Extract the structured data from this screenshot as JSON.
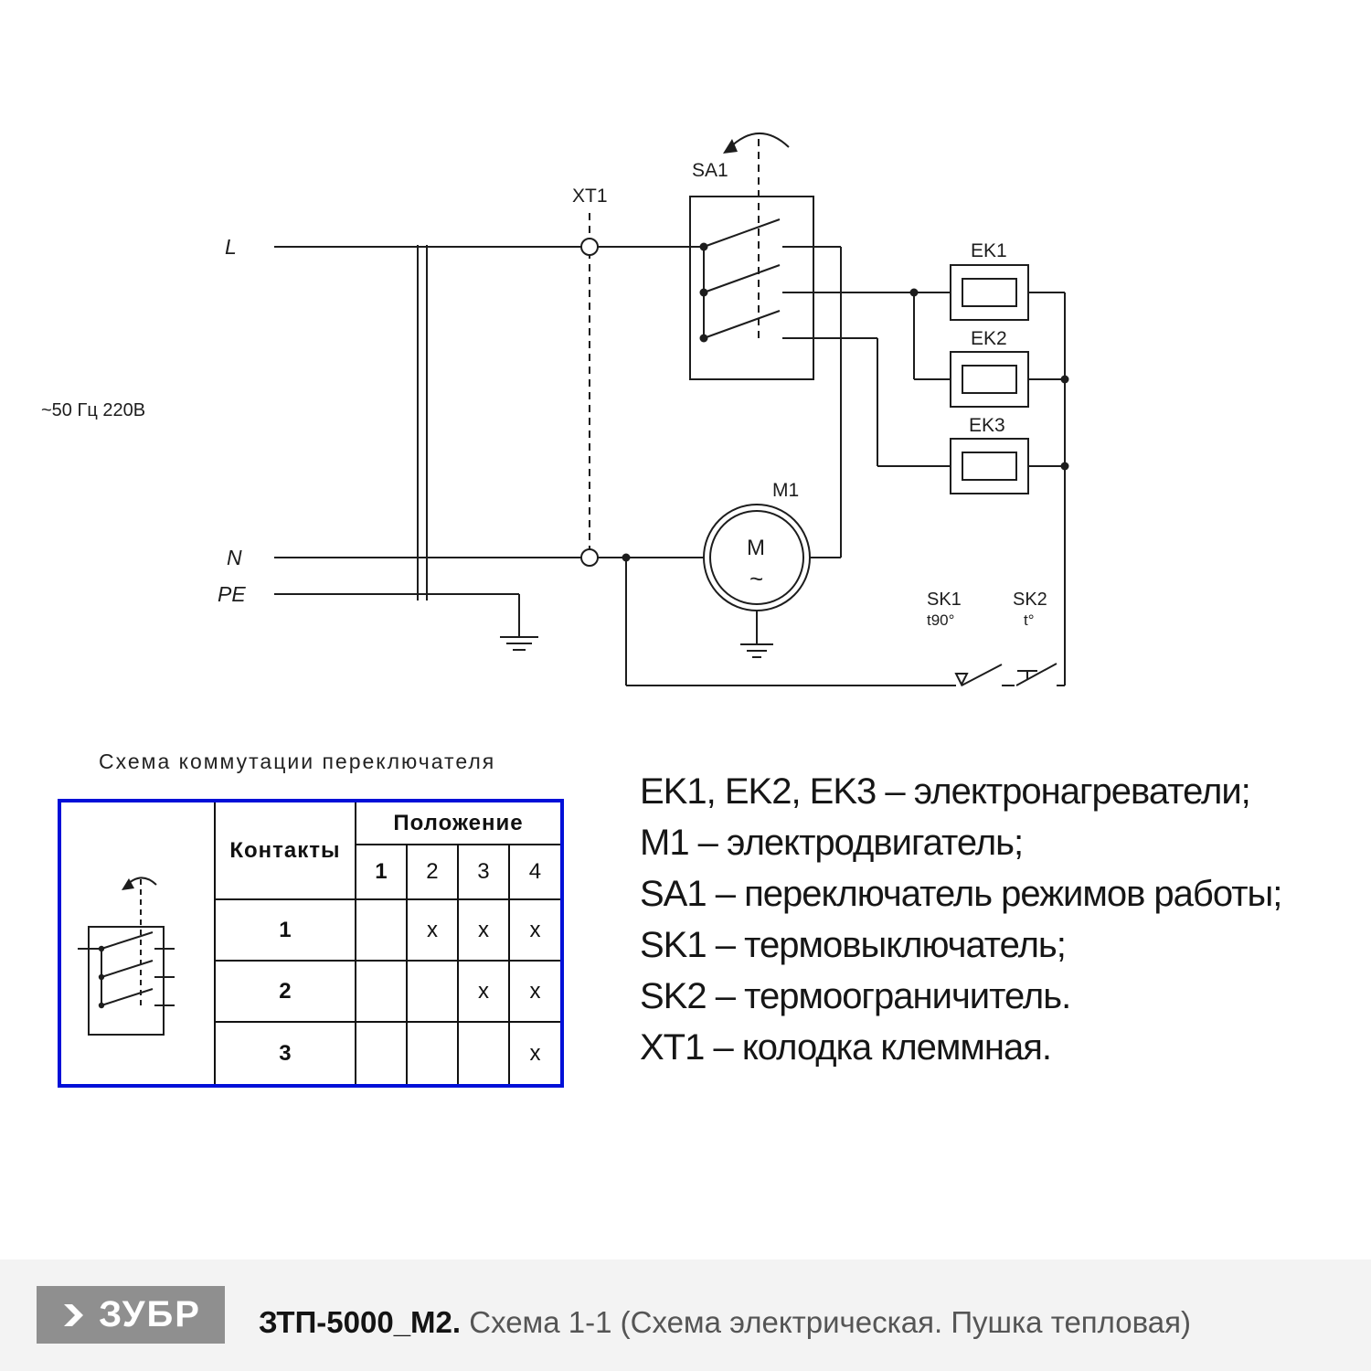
{
  "colors": {
    "table_border": "#0010d8",
    "logo_bg": "#8f8f8f",
    "footer_bg": "#f3f3f3",
    "ink": "#1d1d1d"
  },
  "schematic": {
    "power": "~50 Гц 220В",
    "line_l": "L",
    "line_n": "N",
    "line_pe": "PE",
    "xt1": "XT1",
    "sa1": "SA1",
    "ek1": "EK1",
    "ek2": "EK2",
    "ek3": "EK3",
    "m1": "M1",
    "motor_letter": "M",
    "motor_wave": "~",
    "sk1": "SK1",
    "sk1_temp": "t90°",
    "sk2": "SK2",
    "sk2_temp": "t°"
  },
  "switch_table": {
    "title": "Схема коммутации переключателя",
    "contacts_header": "Контакты",
    "position_header": "Положение",
    "position_columns": [
      "1",
      "2",
      "3",
      "4"
    ],
    "rows": [
      {
        "contact": "1",
        "marks": [
          "",
          "x",
          "x",
          "x"
        ]
      },
      {
        "contact": "2",
        "marks": [
          "",
          "",
          "x",
          "x"
        ]
      },
      {
        "contact": "3",
        "marks": [
          "",
          "",
          "",
          "x"
        ]
      }
    ]
  },
  "legend": {
    "items": [
      "EK1, EK2, EK3 – электронагреватели;",
      "M1 – электродвигатель;",
      "SA1 – переключатель режимов работы;",
      "SK1 – термовыключатель;",
      "SK2 – термоограничитель.",
      "XT1 – колодка клеммная."
    ]
  },
  "footer": {
    "logo_text": "ЗУБР",
    "model": "ЗТП-5000_М2.",
    "subtitle": " Схема 1-1 (Схема электрическая. Пушка тепловая)"
  }
}
